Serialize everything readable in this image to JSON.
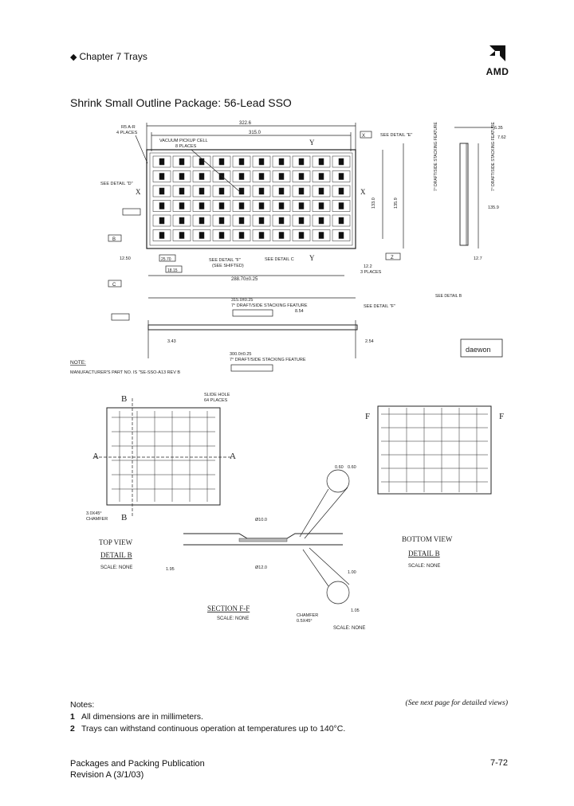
{
  "header": {
    "chapter": "Chapter 7 Trays",
    "logo_text": "AMD"
  },
  "title": "Shrink Small Outline Package:  56-Lead SSO",
  "drawing": {
    "dim_top_outer": "322.6",
    "dim_top_inner": "315.0",
    "label_A_four": "R5 A-R",
    "label_four_places": "4 PLACES",
    "vacuum_cell": "VACUUM PICKUP CELL",
    "eight_places": "8 PLACES",
    "see_detail_E": "SEE DETAIL \"E\"",
    "see_detail_D": "SEE DETAIL \"D\"",
    "see_detail_F": "SEE DETAIL \"F\"",
    "see_detail_C": "SEE DETAIL C",
    "see_detail_B": "SEE DETAIL B",
    "shifted": "(SEE SHIFTED)",
    "x_label": "X",
    "y_label": "Y",
    "z_label": "Z",
    "c_label": "C",
    "b_label": "B",
    "f_label": "F",
    "a_label": "A",
    "dim_side": "135.9",
    "dim_side2": "133.0",
    "dim_ref": "12.2",
    "three_places": "3 PLACES",
    "dim_left": "12.50",
    "dim_small_a": "25.70",
    "dim_small_b": "18.15",
    "dim_bottom": "288.70±0.25",
    "dim_side_top": "6.35",
    "dim_side_b": "7.62",
    "dim_side_total": "135.9",
    "dim_side_bot": "12.7",
    "stack_note": "7° DRAFT/SIDE STACKING FEATURE",
    "stack_dim": "315.0±0.25",
    "dim_854": "8.54",
    "dim_343": "3.43",
    "dim_254": "2.54",
    "stack_dim2": "300.0±0.25",
    "note_label": "NOTE:",
    "manufacturer_note": "MANUFACTURER'S PART NO. IS \"SE-SSO-A13 REV B",
    "daewon": "daewon",
    "slide_hole": "SLIDE HOLE",
    "sixtyfour_places": "64 PLACES",
    "chamfer_a": "3.0X45°",
    "chamfer_a2": "CHAMFER",
    "top_view": "TOP VIEW",
    "bottom_view": "BOTTOM VIEW",
    "detail_b": "DETAIL B",
    "scale_none": "SCALE: NONE",
    "dim_060a": "0.60",
    "dim_060b": "0.60",
    "phi_10": "Ø10.0",
    "phi_12": "Ø12.0",
    "dim_195": "1.95",
    "dim_100": "1.00",
    "dim_105": "1.05",
    "chamfer_b": "CHAMFER",
    "chamfer_b2": "0.5X45°",
    "section_ff": "SECTION F-F"
  },
  "notes": {
    "heading": "Notes:",
    "items": [
      {
        "num": "1",
        "text": "All dimensions are in millimeters."
      },
      {
        "num": "2",
        "text": "Trays can withstand continuous operation at temperatures up to 140°C."
      }
    ],
    "see_next": "(See next page for detailed views)"
  },
  "footer": {
    "publication": "Packages and Packing Publication",
    "revision": "Revision A (3/1/03)",
    "page": "7-72"
  }
}
